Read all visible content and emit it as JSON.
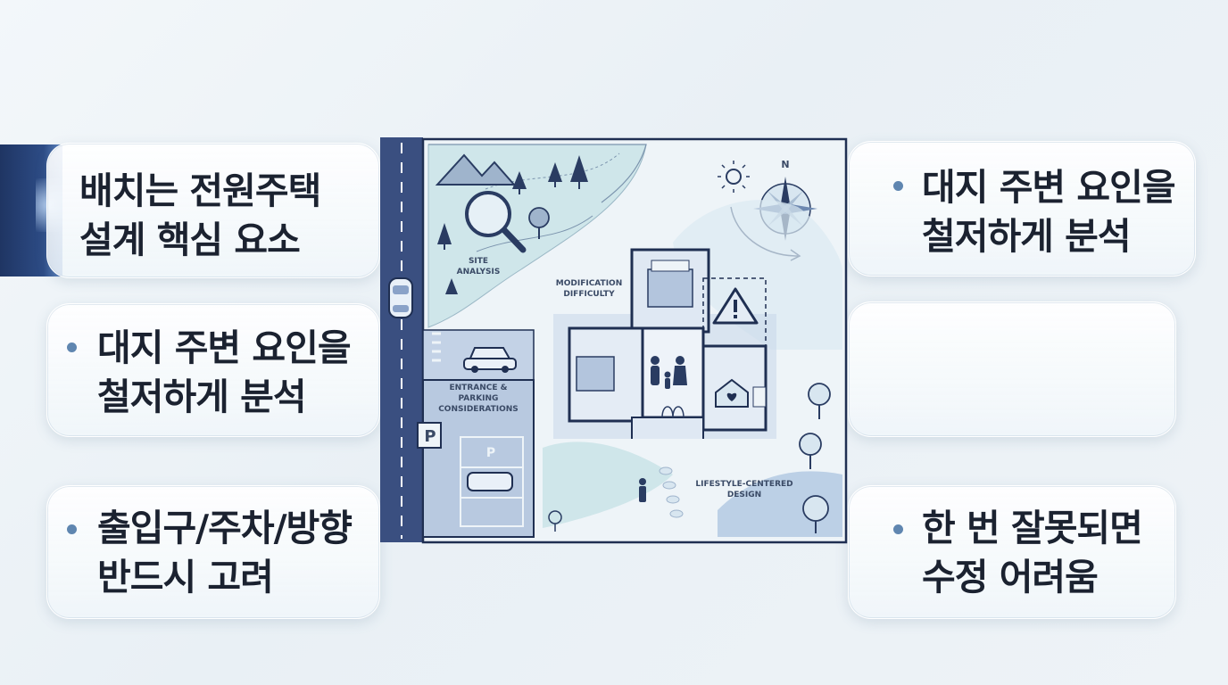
{
  "cards": {
    "left": [
      {
        "lines": [
          "배치는 전원주택",
          "설계 핵심 요소"
        ],
        "bullet": false
      },
      {
        "lines": [
          "대지 주변 요인을",
          "철저하게 분석"
        ],
        "bullet": true
      },
      {
        "lines": [
          "출입구/주차/방향",
          "반드시 고려"
        ],
        "bullet": true
      }
    ],
    "right": [
      {
        "lines": [
          "대지 주변 요인을",
          "철저하게 분석"
        ],
        "bullet": true
      },
      {
        "lines": [],
        "bullet": false
      },
      {
        "lines": [
          "한 번 잘못되면",
          "수정 어려움"
        ],
        "bullet": true
      }
    ]
  },
  "plan": {
    "site_analysis": [
      "SITE",
      "ANALYSIS"
    ],
    "modification_difficulty": [
      "MODIFICATION",
      "DIFFICULTY"
    ],
    "entrance_parking": [
      "ENTRANCE &",
      "PARKING",
      "CONSIDERATIONS"
    ],
    "lifestyle_design": [
      "LIFESTYLE-CENTERED",
      "DESIGN"
    ],
    "compass_north": "N",
    "parking_sign": "P",
    "parking_spot_mark": "P"
  },
  "colors": {
    "accent_bar": "#2d4c86",
    "bullet": "#5f86b0",
    "road": "#3a4f80",
    "site_fill": "#cfe6ea",
    "line": "#1f2f52"
  },
  "icons": [
    "search-icon",
    "compass-icon",
    "sun-icon",
    "warning-icon",
    "car-icon",
    "family-icon",
    "home-heart-icon",
    "tree-icon",
    "mountain-icon"
  ]
}
